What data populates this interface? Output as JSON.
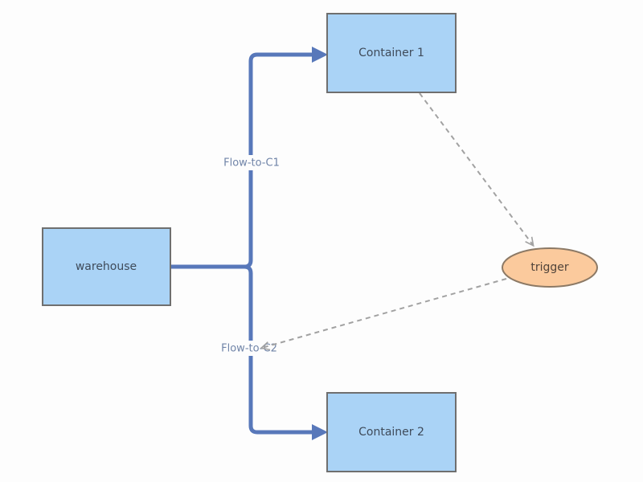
{
  "diagram": {
    "background_color": "#fdfdfd",
    "nodes": {
      "warehouse": {
        "label": "warehouse",
        "shape": "rectangle",
        "fill": "#aad3f6",
        "stroke": "#6f6f6f",
        "text_color": "#3f4b5a"
      },
      "container1": {
        "label": "Container 1",
        "shape": "rectangle",
        "fill": "#aad3f6",
        "stroke": "#6f6f6f",
        "text_color": "#3f4b5a"
      },
      "container2": {
        "label": "Container 2",
        "shape": "rectangle",
        "fill": "#aad3f6",
        "stroke": "#6f6f6f",
        "text_color": "#3f4b5a"
      },
      "trigger": {
        "label": "trigger",
        "shape": "ellipse",
        "fill": "#fbca9d",
        "stroke": "#8c7965",
        "text_color": "#51443a"
      }
    },
    "edges": {
      "flow_to_c1": {
        "label": "Flow-to-C1",
        "from": "warehouse",
        "to": "container1",
        "style": "solid",
        "color": "#5878ba",
        "label_color": "#7084a8",
        "label_background": "#fdfdfd"
      },
      "flow_to_c2": {
        "label": "Flow-to-C2",
        "from": "warehouse",
        "to": "container2",
        "style": "solid",
        "color": "#5878ba",
        "label_color": "#7084a8",
        "label_background": "#fdfdfd"
      },
      "container1_to_trigger": {
        "label": "",
        "from": "container1",
        "to": "trigger",
        "style": "dashed",
        "color": "#a2a2a2"
      },
      "trigger_to_flow_c2_label": {
        "label": "",
        "from": "trigger",
        "to": "flow_to_c2_label",
        "style": "dashed",
        "color": "#a2a2a2"
      }
    }
  }
}
